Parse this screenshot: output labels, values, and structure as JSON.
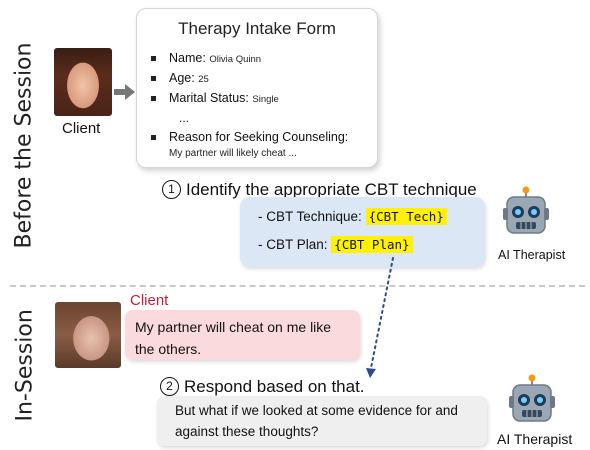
{
  "sections": {
    "before": "Before the Session",
    "in": "In-Session"
  },
  "client_caption": "Client",
  "intake_form": {
    "title": "Therapy Intake Form",
    "fields": [
      {
        "label": "Name:",
        "value": "Olivia Quinn"
      },
      {
        "label": "Age:",
        "value": "25"
      },
      {
        "label": "Marital Status:",
        "value": "Single"
      }
    ],
    "ellipsis": "...",
    "reason_label": "Reason for Seeking Counseling:",
    "reason_value": "My partner will likely cheat ..."
  },
  "step1": {
    "number": "1",
    "text": "Identify the appropriate CBT technique"
  },
  "cbt": {
    "technique_label": "- CBT Technique:",
    "technique_value": "{CBT Tech}",
    "plan_label": "- CBT Plan:",
    "plan_value": "{CBT Plan}"
  },
  "ai_caption": "AI Therapist",
  "chat": {
    "client_name": "Client",
    "client_message": "My partner will cheat on me like the others.",
    "step2_number": "2",
    "step2_text": "Respond based on that.",
    "ai_message": "But what if we looked at some evidence for and against these thoughts?",
    "ai_caption": "AI Therapist"
  },
  "colors": {
    "client_name": "#c1203a",
    "highlight": "#fff200",
    "cbt_box": "#dbe7f5",
    "client_bubble": "#fadadd",
    "ai_bubble": "#efefef",
    "arrow": "#2b4b8c"
  },
  "icons": [
    "robot-icon",
    "arrow-right-icon",
    "dotted-arrow-icon"
  ]
}
